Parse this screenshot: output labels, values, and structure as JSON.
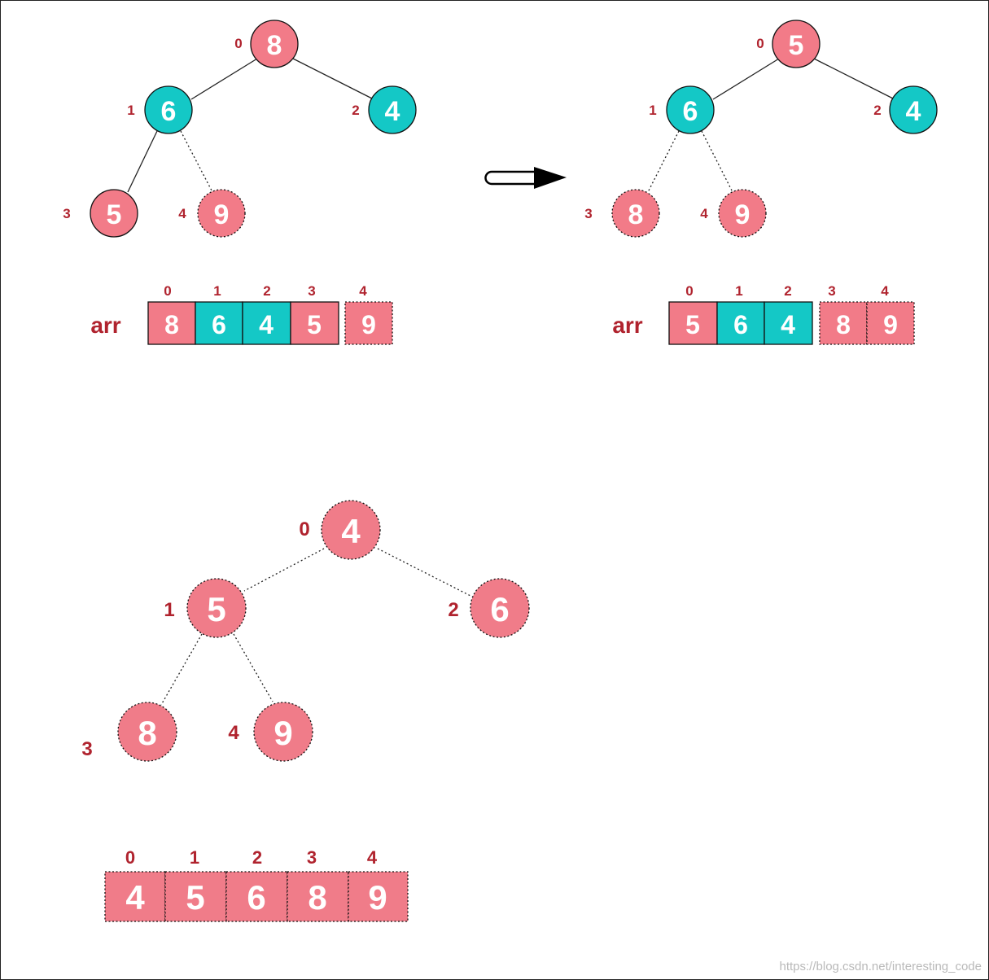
{
  "colors": {
    "heap": "#f27b88",
    "sorted": "#f07c89",
    "highlight": "#14c8c6",
    "label": "#b0232e"
  },
  "arrow_icon": "right-arrow-icon",
  "step1": {
    "nodes": [
      {
        "index": "0",
        "value": "8",
        "color": "heap",
        "style": "solid"
      },
      {
        "index": "1",
        "value": "6",
        "color": "highlight",
        "style": "solid"
      },
      {
        "index": "2",
        "value": "4",
        "color": "highlight",
        "style": "solid"
      },
      {
        "index": "3",
        "value": "5",
        "color": "heap",
        "style": "solid"
      },
      {
        "index": "4",
        "value": "9",
        "color": "heap",
        "style": "dotted"
      }
    ],
    "array_label": "arr",
    "array": [
      {
        "index": "0",
        "value": "8",
        "color": "heap",
        "style": "solid"
      },
      {
        "index": "1",
        "value": "6",
        "color": "highlight",
        "style": "solid"
      },
      {
        "index": "2",
        "value": "4",
        "color": "highlight",
        "style": "solid"
      },
      {
        "index": "3",
        "value": "5",
        "color": "heap",
        "style": "solid"
      },
      {
        "index": "4",
        "value": "9",
        "color": "heap",
        "style": "dotted"
      }
    ]
  },
  "step2": {
    "nodes": [
      {
        "index": "0",
        "value": "5",
        "color": "heap",
        "style": "solid"
      },
      {
        "index": "1",
        "value": "6",
        "color": "highlight",
        "style": "solid"
      },
      {
        "index": "2",
        "value": "4",
        "color": "highlight",
        "style": "solid"
      },
      {
        "index": "3",
        "value": "8",
        "color": "heap",
        "style": "dotted"
      },
      {
        "index": "4",
        "value": "9",
        "color": "heap",
        "style": "dotted"
      }
    ],
    "array_label": "arr",
    "array": [
      {
        "index": "0",
        "value": "5",
        "color": "heap",
        "style": "solid"
      },
      {
        "index": "1",
        "value": "6",
        "color": "highlight",
        "style": "solid"
      },
      {
        "index": "2",
        "value": "4",
        "color": "highlight",
        "style": "solid"
      },
      {
        "index": "3",
        "value": "8",
        "color": "heap",
        "style": "dotted"
      },
      {
        "index": "4",
        "value": "9",
        "color": "heap",
        "style": "dotted"
      }
    ]
  },
  "step3": {
    "nodes": [
      {
        "index": "0",
        "value": "4",
        "color": "sorted",
        "style": "dotted"
      },
      {
        "index": "1",
        "value": "5",
        "color": "sorted",
        "style": "dotted"
      },
      {
        "index": "2",
        "value": "6",
        "color": "sorted",
        "style": "dotted"
      },
      {
        "index": "3",
        "value": "8",
        "color": "sorted",
        "style": "dotted"
      },
      {
        "index": "4",
        "value": "9",
        "color": "sorted",
        "style": "dotted"
      }
    ],
    "array": [
      {
        "index": "0",
        "value": "4",
        "color": "sorted",
        "style": "dotted"
      },
      {
        "index": "1",
        "value": "5",
        "color": "sorted",
        "style": "dotted"
      },
      {
        "index": "2",
        "value": "6",
        "color": "sorted",
        "style": "dotted"
      },
      {
        "index": "3",
        "value": "8",
        "color": "sorted",
        "style": "dotted"
      },
      {
        "index": "4",
        "value": "9",
        "color": "sorted",
        "style": "dotted"
      }
    ]
  },
  "watermark": "https://blog.csdn.net/interesting_code"
}
